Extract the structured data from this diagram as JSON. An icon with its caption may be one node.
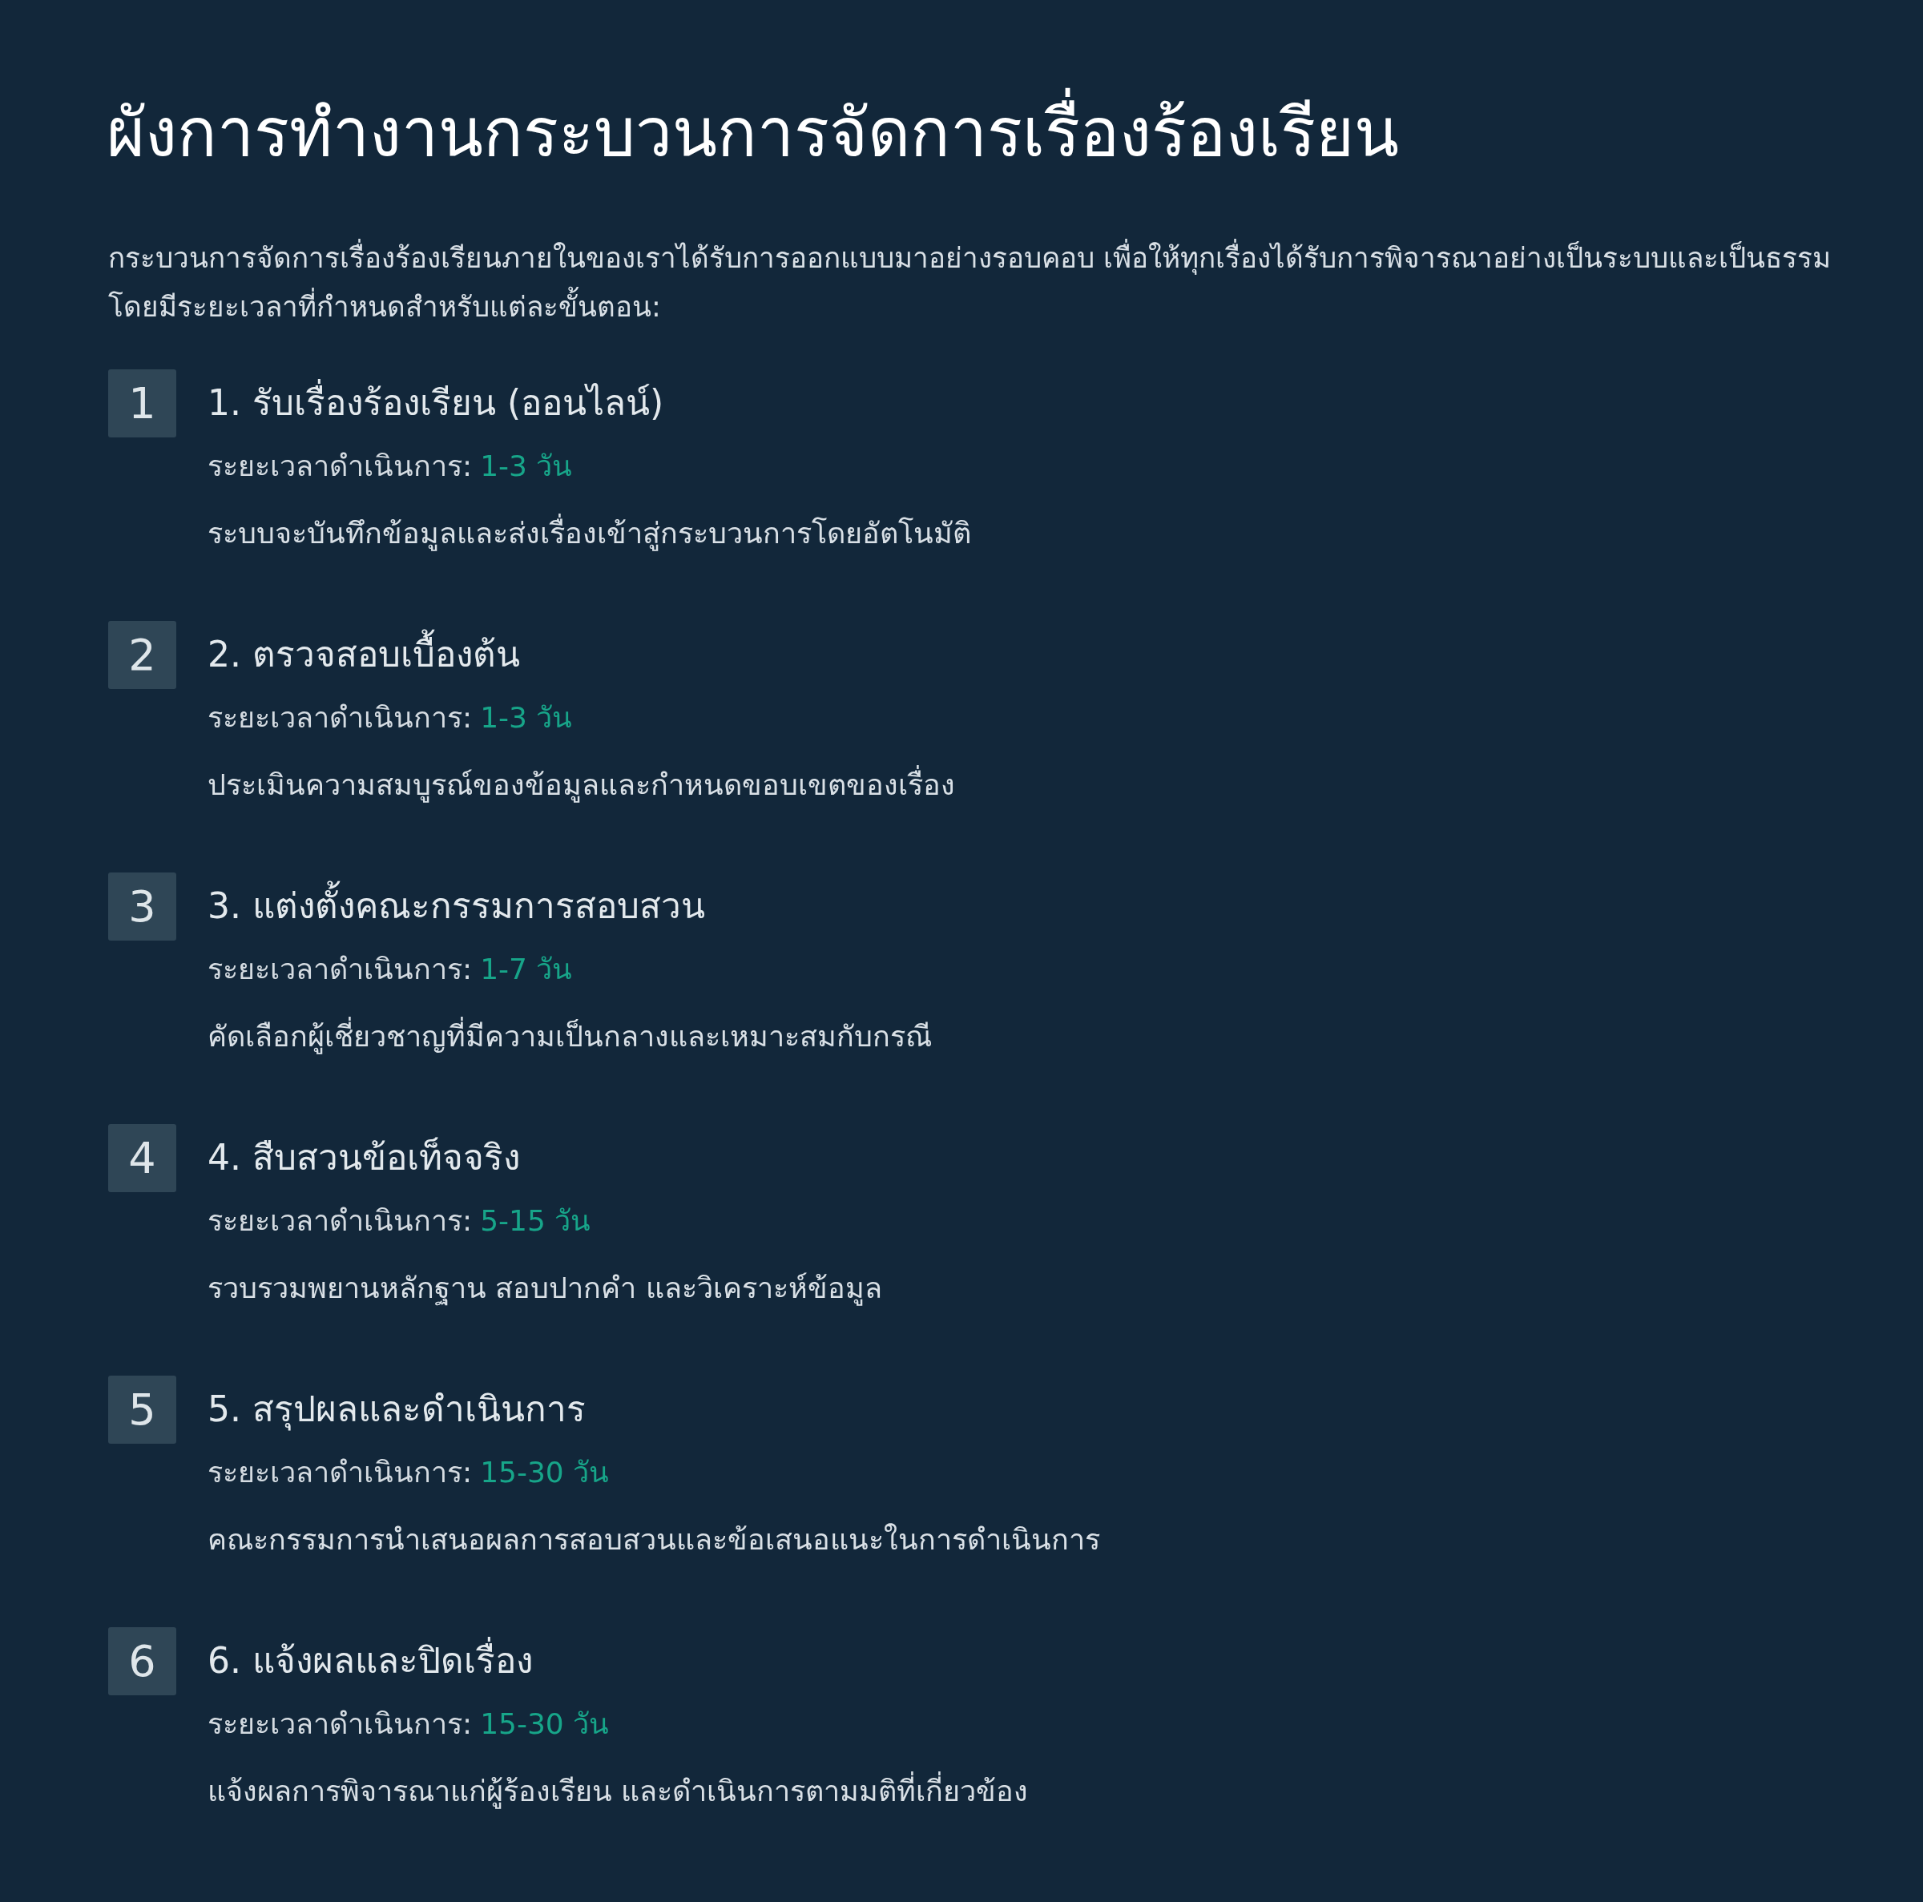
{
  "diagram": {
    "title": "ผังการทำงานกระบวนการจัดการเรื่องร้องเรียน",
    "nodes": [
      {
        "text": [
          "1"
        ],
        "beside": [
          "1. รับเรื่องร้องเรียน (ออนไลน์)",
          "ระยะเวลาดำเนินการ:",
          "1-3 วัน",
          "ระบบจะบันทึกข้อมูลและส่งเรื่องเข้าสู่กระบวนการโดยอัตโนมัติ"
        ]
      },
      {
        "text": [
          "2"
        ],
        "beside": [
          "2. ตรวจสอบเบื้องต้น",
          "ระยะเวลาดำเนินการ:",
          "1-3 วัน",
          "ประเมินความสมบูรณ์ของข้อมูลและกำหนดขอบเขตของเรื่อง"
        ]
      },
      {
        "text": [
          "3"
        ],
        "beside": [
          "3. แต่งตั้งคณะกรรมการสอบสวน",
          "ระยะเวลาดำเนินการ:",
          "1-7 วัน",
          "คัดเลือกผู้เชี่ยวชาญที่มีความเป็นกลางและเหมาะสมกับกรณี"
        ]
      },
      {
        "text": [
          "4"
        ],
        "beside": [
          "4. สืบสวนข้อเท็จจริง",
          "ระยะเวลาดำเนินการ:",
          "5-15 วัน",
          "รวบรวมพยานหลักฐาน สอบปากคำ และวิเคราะห์ข้อมูล"
        ]
      },
      {
        "text": [
          "5"
        ],
        "beside": [
          "5. สรุปผลและดำเนินการ",
          "ระยะเวลาดำเนินการ:",
          "15-30 วัน",
          "คณะกรรมการนำเสนอผลการสอบสวนและข้อเสนอแนะในการดำเนินการ"
        ]
      },
      {
        "text": [
          "6"
        ],
        "beside": [
          "6. แจ้งผลและปิดเรื่อง",
          "ระยะเวลาดำเนินการ:",
          "15-30 วัน",
          "แจ้งผลการพิจารณาแก่ผู้ร้องเรียน และดำเนินการตามมติที่เกี่ยวข้อง"
        ]
      }
    ],
    "labels": [
      "กระบวนการจัดการเรื่องร้องเรียนภายในของเราได้รับการออกแบบมาอย่างรอบคอบ เพื่อให้ทุกเรื่องได้รับการพิจารณาอย่างเป็นระบบและเป็นธรรม โดยมีระยะเวลาที่กำหนดสำหรับแต่ละขั้นตอน:"
    ]
  }
}
